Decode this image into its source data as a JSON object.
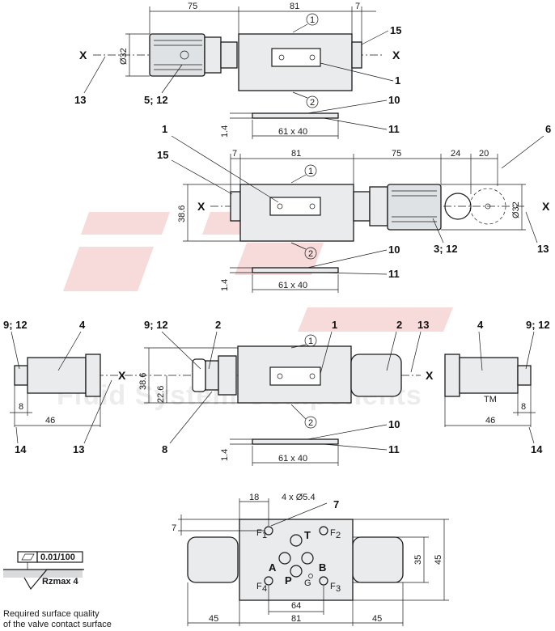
{
  "watermark": {
    "text": "Fluid System Components",
    "tm": "TM"
  },
  "axis": {
    "x": "X"
  },
  "circled": {
    "one": "1",
    "two": "2"
  },
  "view1": {
    "dim_75": "75",
    "dim_81": "81",
    "dim_7": "7",
    "dim_d32": "Ø32",
    "lbl_15": "15",
    "lbl_1": "1",
    "lbl_13": "13",
    "lbl_512": "5; 12",
    "lbl_10": "10",
    "lbl_11": "11",
    "dim_14": "1.4",
    "dim_6140": "61 x 40"
  },
  "view2": {
    "lbl_1": "1",
    "lbl_15": "15",
    "lbl_6": "6",
    "dim_7": "7",
    "dim_81": "81",
    "dim_75": "75",
    "dim_24": "24",
    "dim_20": "20",
    "dim_386": "38.6",
    "dim_d32": "Ø32",
    "lbl_13": "13",
    "lbl_312": "3; 12",
    "lbl_10": "10",
    "lbl_11": "11",
    "dim_14": "1.4",
    "dim_6140": "61 x 40"
  },
  "view3": {
    "lbl_912a": "9; 12",
    "lbl_4a": "4",
    "lbl_912b": "9; 12",
    "lbl_2a": "2",
    "lbl_1": "1",
    "lbl_2b": "2",
    "lbl_13a": "13",
    "lbl_4b": "4",
    "lbl_912c": "9; 12",
    "dim_386": "38.6",
    "dim_226": "22.6",
    "dim_8a": "8",
    "dim_46a": "46",
    "lbl_14a": "14",
    "lbl_13b": "13",
    "lbl_8": "8",
    "dim_46b": "46",
    "dim_8b": "8",
    "lbl_14b": "14",
    "lbl_10": "10",
    "lbl_11": "11",
    "dim_14": "1.4",
    "dim_6140": "61 x 40"
  },
  "view4": {
    "dim_18": "18",
    "dim_holes": "4 x Ø5.4",
    "lbl_7": "7",
    "dim_7": "7",
    "dim_35": "35",
    "dim_45v": "45",
    "dim_64": "64",
    "dim_45": "45",
    "dim_81": "81",
    "port_T": "T",
    "port_A": "A",
    "port_P": "P",
    "port_B": "B",
    "port_G": "G",
    "f1": "F",
    "f1s": "1",
    "f2": "F",
    "f2s": "2",
    "f3": "F",
    "f3s": "3",
    "f4": "F",
    "f4s": "4"
  },
  "surface": {
    "flatness": "0.01/100",
    "roughness": "Rzmax 4",
    "note_line1": "Required surface quality",
    "note_line2": "of the valve contact surface"
  },
  "colors": {
    "line": "#1a1a1a",
    "body": "#e9ebed",
    "logo": "#f3d3d3"
  }
}
